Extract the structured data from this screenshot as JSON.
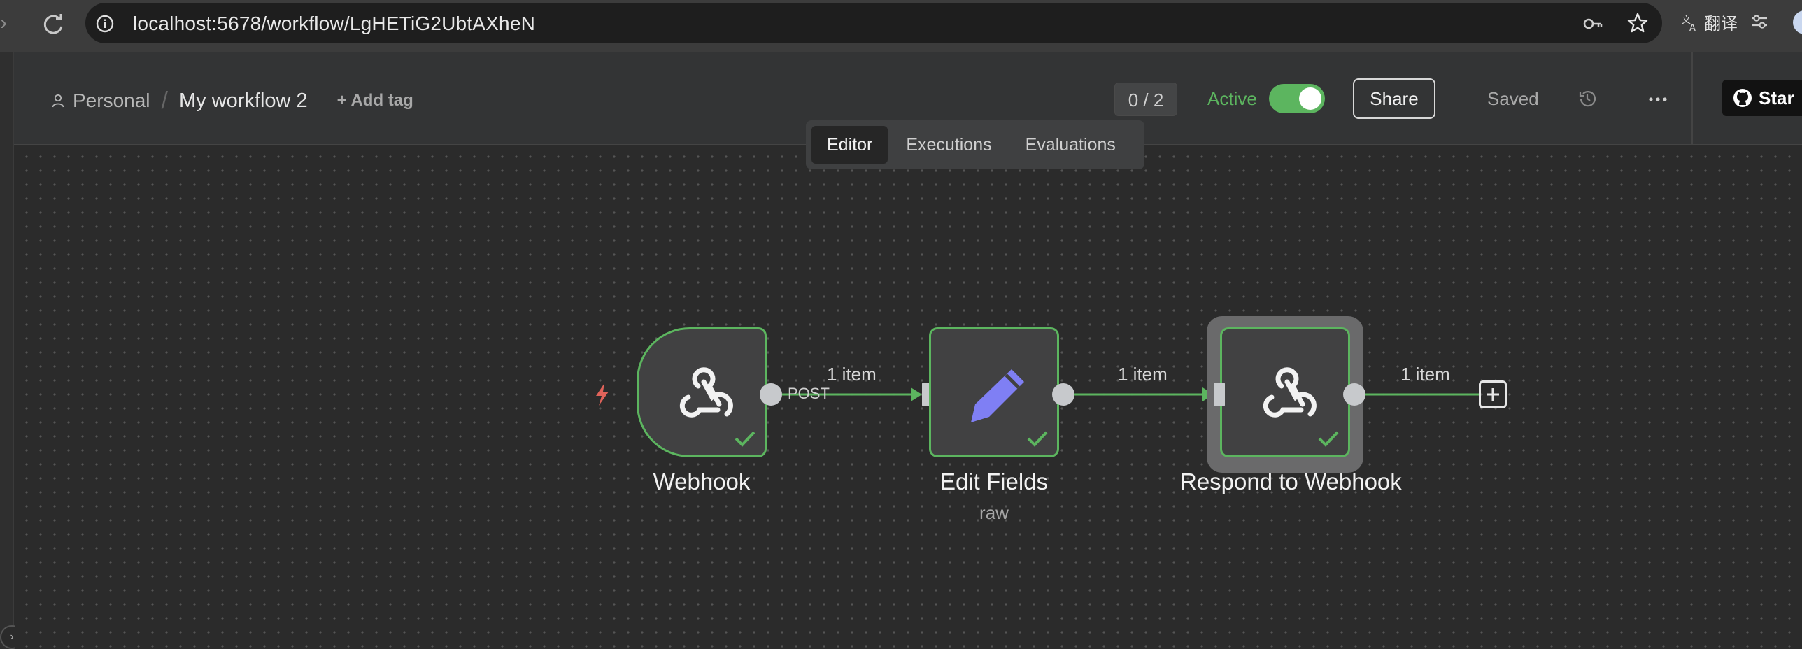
{
  "browser": {
    "url": "localhost:5678/workflow/LgHETiG2UbtAXheN",
    "translate_label": "翻译"
  },
  "header": {
    "project": "Personal",
    "separator": "/",
    "workflow_name": "My workflow 2",
    "add_tag": "+ Add tag",
    "counter": "0 / 2",
    "active_label": "Active",
    "active": true,
    "share_label": "Share",
    "saved_label": "Saved",
    "github_label": "Star"
  },
  "tabs": [
    {
      "label": "Editor",
      "active": true
    },
    {
      "label": "Executions",
      "active": false
    },
    {
      "label": "Evaluations",
      "active": false
    }
  ],
  "workflow": {
    "nodes": [
      {
        "title": "Webhook",
        "subtitle": "",
        "icon": "webhook-icon",
        "status": "success"
      },
      {
        "title": "Edit Fields",
        "subtitle": "raw",
        "icon": "pencil-icon",
        "status": "success"
      },
      {
        "title": "Respond to Webhook",
        "subtitle": "",
        "icon": "webhook-icon",
        "status": "success"
      }
    ],
    "connections": [
      {
        "label": "1 item",
        "output_label": "POST"
      },
      {
        "label": "1 item"
      },
      {
        "label": "1 item"
      }
    ]
  },
  "colors": {
    "success": "#5cb55f",
    "trigger_bolt": "#e0635a",
    "edit_icon": "#7f7ff4",
    "canvas": "#2b2b2b"
  }
}
